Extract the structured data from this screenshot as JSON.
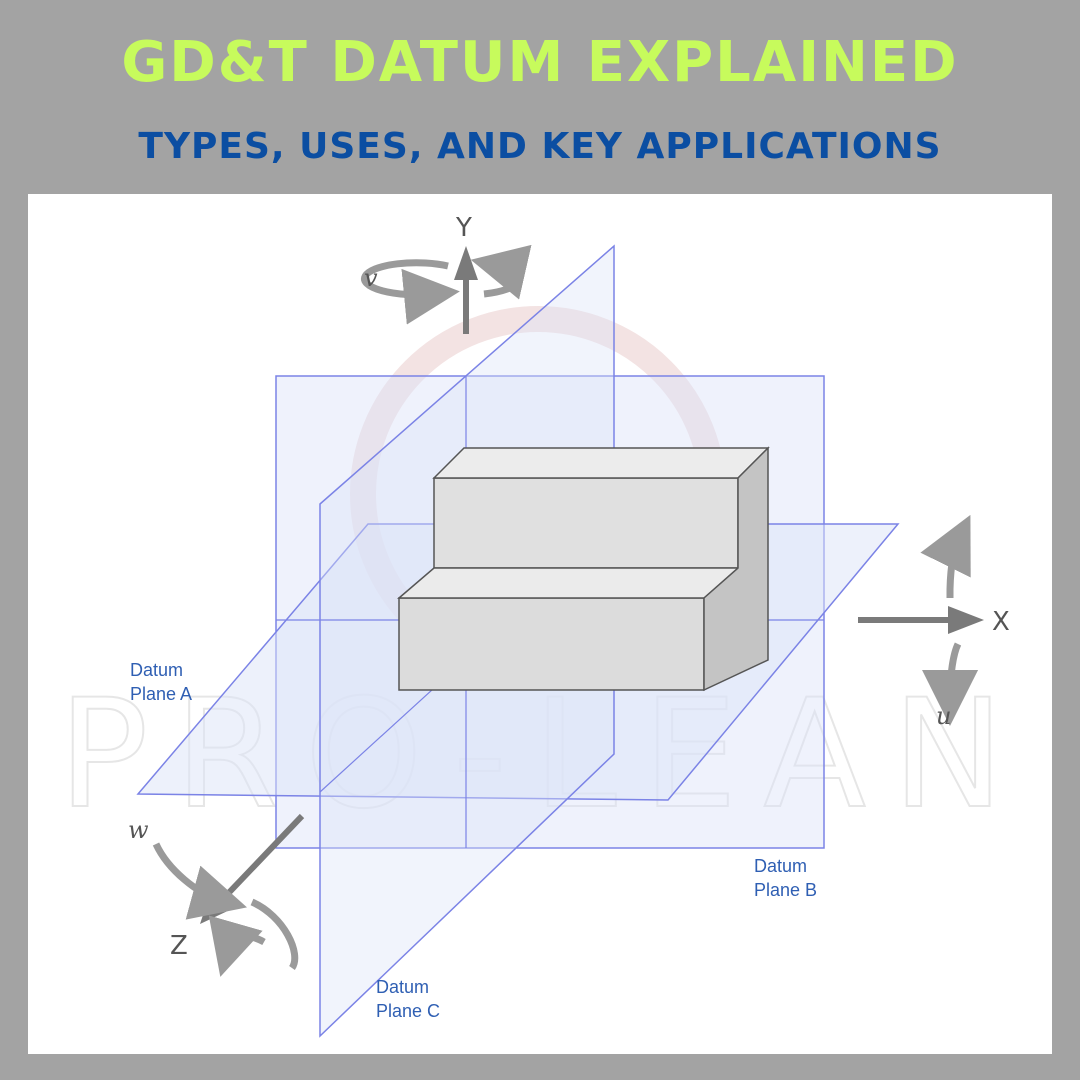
{
  "header": {
    "title": "GD&T DATUM EXPLAINED",
    "subtitle": "TYPES, USES, AND KEY APPLICATIONS"
  },
  "diagram": {
    "axes": {
      "y_label": "Y",
      "x_label": "X",
      "z_label": "Z"
    },
    "rotations": {
      "v_label": "v",
      "u_label": "u",
      "w_label": "w"
    },
    "planes": {
      "a_line1": "Datum",
      "a_line2": "Plane A",
      "b_line1": "Datum",
      "b_line2": "Plane B",
      "c_line1": "Datum",
      "c_line2": "Plane C"
    },
    "watermark": "PRO-LEAN"
  },
  "colors": {
    "background": "#a3a3a3",
    "title": "#c7fb5c",
    "subtitle": "#0b4ea2",
    "plane_fill": "#dbe3f8",
    "plane_stroke": "#7b83e6",
    "block": "#d9d9d9",
    "arrow": "#7a7a7a"
  }
}
